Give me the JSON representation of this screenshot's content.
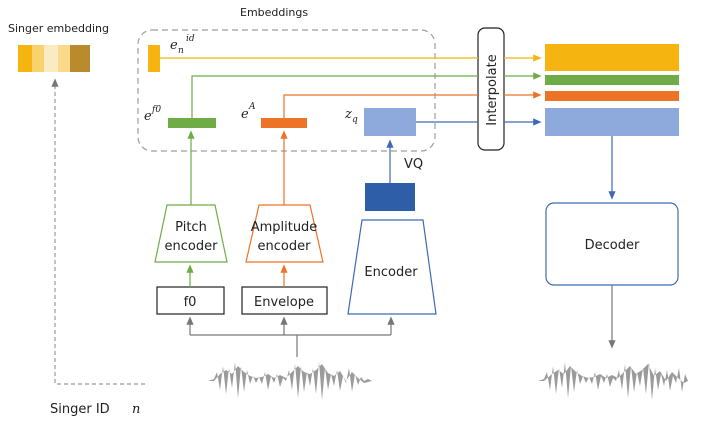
{
  "labels": {
    "singer_embedding": "Singer embedding",
    "embeddings": "Embeddings",
    "interpolate": "Interpolate",
    "vq": "VQ",
    "pitch_encoder_line1": "Pitch",
    "pitch_encoder_line2": "encoder",
    "amplitude_encoder_line1": "Amplitude",
    "amplitude_encoder_line2": "encoder",
    "encoder": "Encoder",
    "decoder": "Decoder",
    "f0": "f0",
    "envelope": "Envelope",
    "singer_id": "Singer ID",
    "singer_id_var": "n"
  },
  "math": {
    "e_n_id_base": "e",
    "e_n_id_sub": "n",
    "e_n_id_sup": "id",
    "e_f0_base": "e",
    "e_f0_sup": "f0",
    "e_A_base": "e",
    "e_A_sup": "A",
    "z_q_base": "z",
    "z_q_sub": "q"
  },
  "colors": {
    "singer": "#F5B40F",
    "pitch": "#6FAC45",
    "amplitude": "#ED7326",
    "content": "#8EA9DB",
    "vq_block": "#2F5EA8",
    "line_blue": "#3E6AB5",
    "gray_line": "#777777",
    "dashed_box": "#9E9E9E"
  }
}
